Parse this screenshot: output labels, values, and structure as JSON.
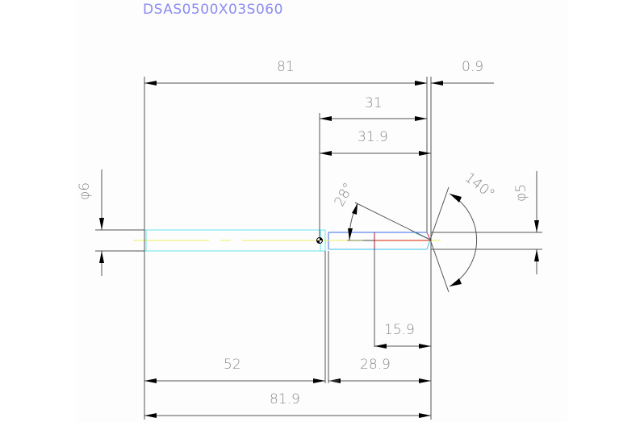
{
  "title": "DSAS0500X03S060",
  "colors": {
    "title": "#8c8cf0",
    "dimension_text": "#8a8a8a",
    "dimension_line": "#555555",
    "shank_outline": "#66e6ee",
    "body_outline": "#3a6cf0",
    "centerline": "#eeee66",
    "cutting_edge": "#e05030",
    "edge_mark": "#9b1a3a"
  },
  "dimensions": {
    "overall_length": "81",
    "tip_offset": "0.9",
    "flute_length": "31",
    "body_length": "31.9",
    "shank_diameter": "φ6",
    "drill_diameter": "φ5",
    "helix_angle": "28°",
    "point_angle": "140°",
    "margin_length": "15.9",
    "neck_to_tip": "28.9",
    "shank_length": "52",
    "total_length": "81.9"
  }
}
